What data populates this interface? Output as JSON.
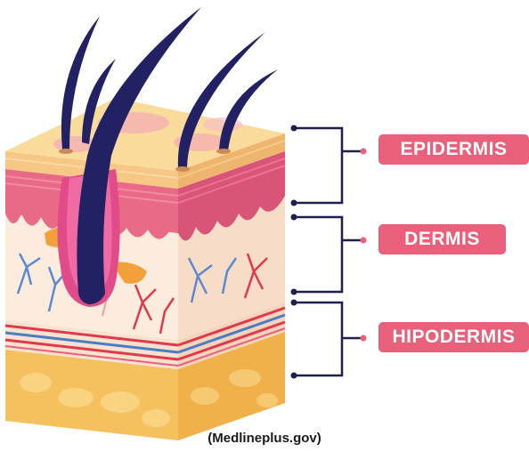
{
  "layers": [
    {
      "label": "EPIDERMIS"
    },
    {
      "label": "DERMIS"
    },
    {
      "label": "HIPODERMIS"
    }
  ],
  "caption": "(Medlineplus.gov)",
  "colors": {
    "pill": "#e8607a",
    "bracket": "#1f1f4d",
    "hair": "#222164",
    "epidermis_top": "#f8d79a",
    "epidermis_band": "#e86a86",
    "dermis": "#fbe8d8",
    "vein": "#4a7ec4",
    "artery": "#e03a4a",
    "hypodermis": "#f6c56a"
  }
}
